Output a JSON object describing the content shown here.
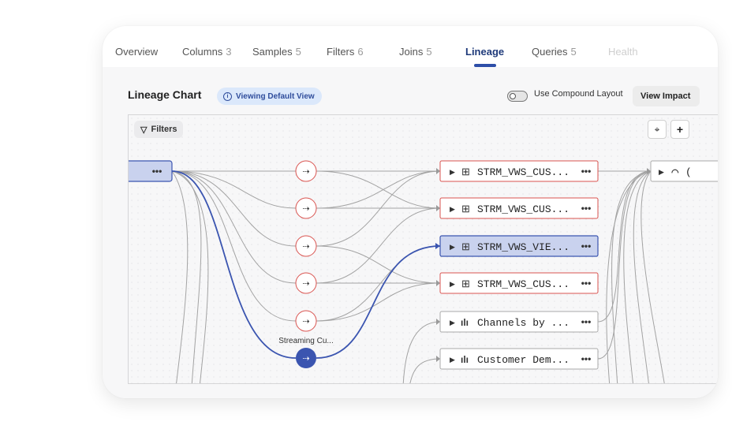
{
  "tabs": [
    {
      "label": "Overview",
      "count": ""
    },
    {
      "label": "Columns",
      "count": "3"
    },
    {
      "label": "Samples",
      "count": "5"
    },
    {
      "label": "Filters",
      "count": "6"
    },
    {
      "label": "Joins",
      "count": "5"
    },
    {
      "label": "Lineage",
      "count": ""
    },
    {
      "label": "Queries",
      "count": "5"
    },
    {
      "label": "Health",
      "count": ""
    }
  ],
  "active_tab": "Lineage",
  "header": {
    "title": "Lineage Chart",
    "badge_label": "Viewing Default View",
    "compound_toggle_label": "Use Compound Layout",
    "compound_toggle_on": false,
    "view_impact_label": "View Impact"
  },
  "canvas": {
    "filters_label": "Filters",
    "source_menu": "•••",
    "transform_caption": "Streaming Cu...",
    "table_nodes": [
      {
        "label": "STRM_VWS_CUS...",
        "kind": "table",
        "highlighted": false,
        "menu": "•••"
      },
      {
        "label": "STRM_VWS_CUS...",
        "kind": "table",
        "highlighted": false,
        "menu": "•••"
      },
      {
        "label": "STRM_VWS_VIE...",
        "kind": "table",
        "highlighted": true,
        "menu": "•••"
      },
      {
        "label": "STRM_VWS_CUS...",
        "kind": "table",
        "highlighted": false,
        "menu": "•••"
      },
      {
        "label": "Channels by ...",
        "kind": "chart",
        "highlighted": false,
        "menu": "•••"
      },
      {
        "label": "Customer Dem...",
        "kind": "chart",
        "highlighted": false,
        "menu": "•••"
      }
    ],
    "right_node_icon": "gauge-icon",
    "right_node_label": "("
  },
  "colors": {
    "accent": "#3b55b0",
    "table_border": "#d9534f",
    "highlight_fill": "#c9d2ee",
    "edge": "#9a9a9a"
  }
}
